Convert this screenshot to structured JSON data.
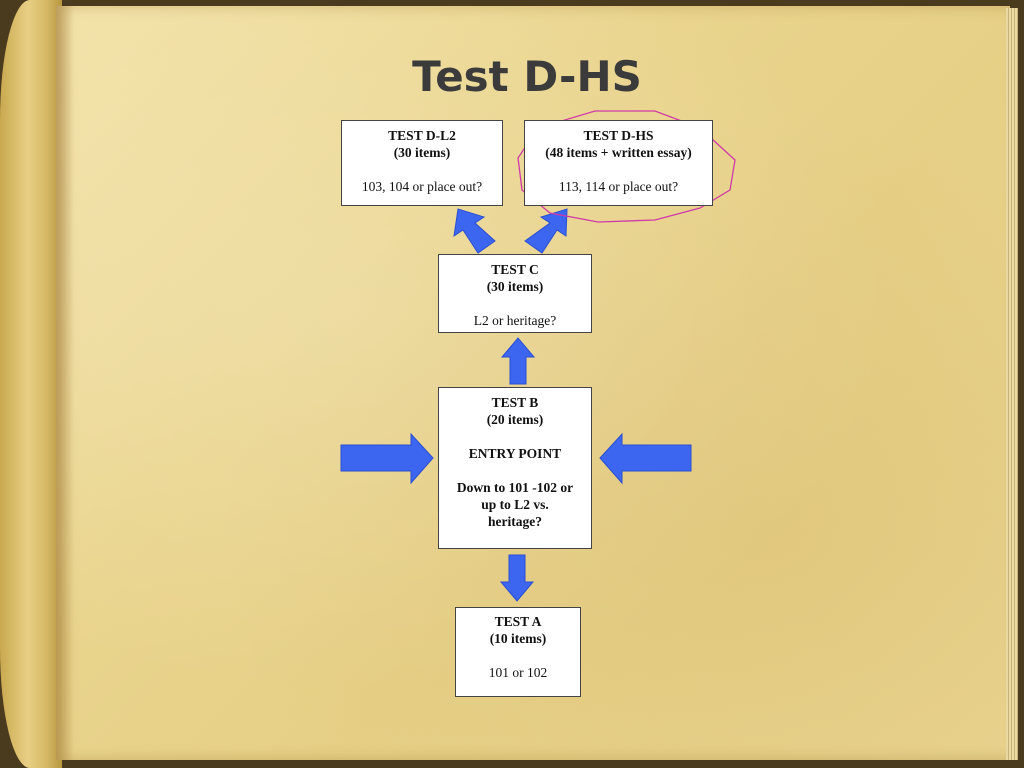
{
  "slide": {
    "title": "Test D-HS"
  },
  "boxes": {
    "test_d_l2": {
      "title": "TEST D-L2",
      "items": "(30 items)",
      "note": "103, 104 or place out?"
    },
    "test_d_hs": {
      "title": "TEST D-HS",
      "items": "(48 items + written essay)",
      "note": "113, 114 or place out?"
    },
    "test_c": {
      "title": "TEST C",
      "items": "(30 items)",
      "note": "L2 or heritage?"
    },
    "test_b": {
      "title": "TEST B",
      "items": "(20 items)",
      "entry": "ENTRY POINT",
      "note_line1": "Down to 101 -102 or",
      "note_line2": "up to L2 vs.",
      "note_line3": "heritage?"
    },
    "test_a": {
      "title": "TEST A",
      "items": "(10 items)",
      "note": "101 or 102"
    }
  },
  "colors": {
    "arrow_fill": "#3d66f0",
    "arrow_stroke": "#2a4fd0",
    "highlight_ellipse": "#d03aa8",
    "title_text": "#3b3b3b"
  }
}
